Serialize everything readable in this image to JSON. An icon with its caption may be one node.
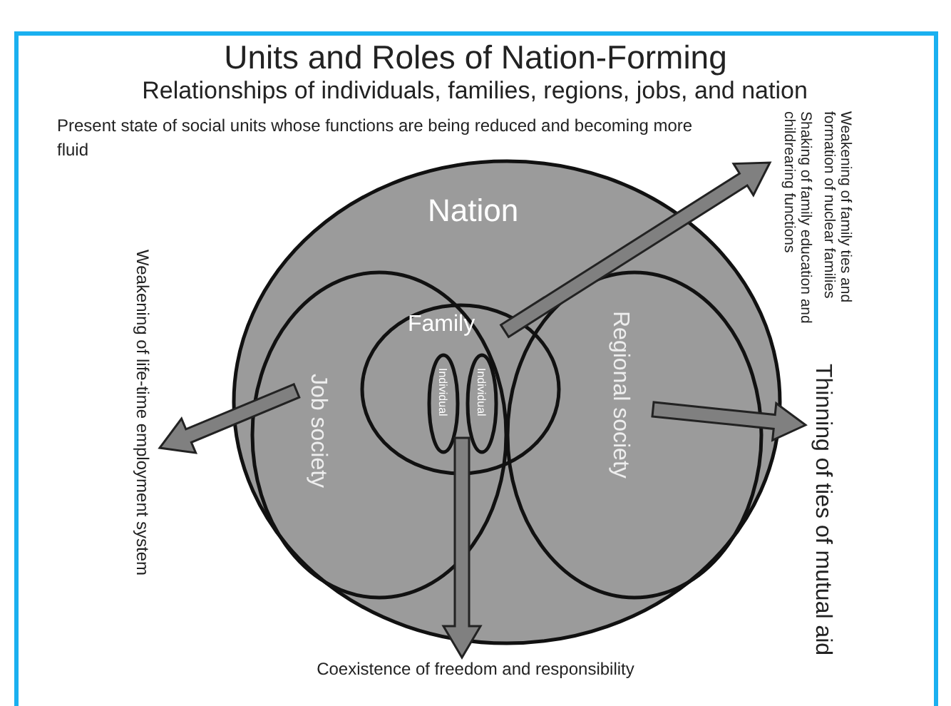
{
  "diagram": {
    "title": "Units and Roles of Nation-Forming",
    "nodes": [
      {
        "text": [
          "Nation"
        ]
      },
      {
        "text": [
          "Job society"
        ],
        "in": 0
      },
      {
        "text": [
          "Family"
        ],
        "in": 0
      },
      {
        "text": [
          "Individual"
        ]
      },
      {
        "text": [
          "Individual"
        ]
      },
      {
        "text": [
          "Regional society"
        ],
        "in": 0
      },
      {
        "text": [
          "Weakening of family ties and formation of nuclear families",
          "Shaking of family education and childrearing functions"
        ]
      },
      {
        "text": [
          "Weakening of life-time employment system"
        ]
      },
      {
        "text": [
          "Thinning of ties of mutual aid"
        ]
      },
      {
        "text": [
          "Coexistence of freedom and responsibility"
        ]
      }
    ],
    "edges": [
      {
        "from": 2,
        "to": 6,
        "arrow": "to"
      },
      {
        "from": 1,
        "to": 7,
        "arrow": "to"
      },
      {
        "from": 5,
        "to": 8,
        "arrow": "to"
      },
      {
        "from": 3,
        "to": 9,
        "arrow": "to"
      },
      {
        "from": 4,
        "to": 9,
        "arrow": "to"
      }
    ],
    "labels": [
      "Relationships of individuals, families, regions, jobs, and nation",
      "Present state of social units whose functions are being reduced and becoming more fluid"
    ]
  }
}
